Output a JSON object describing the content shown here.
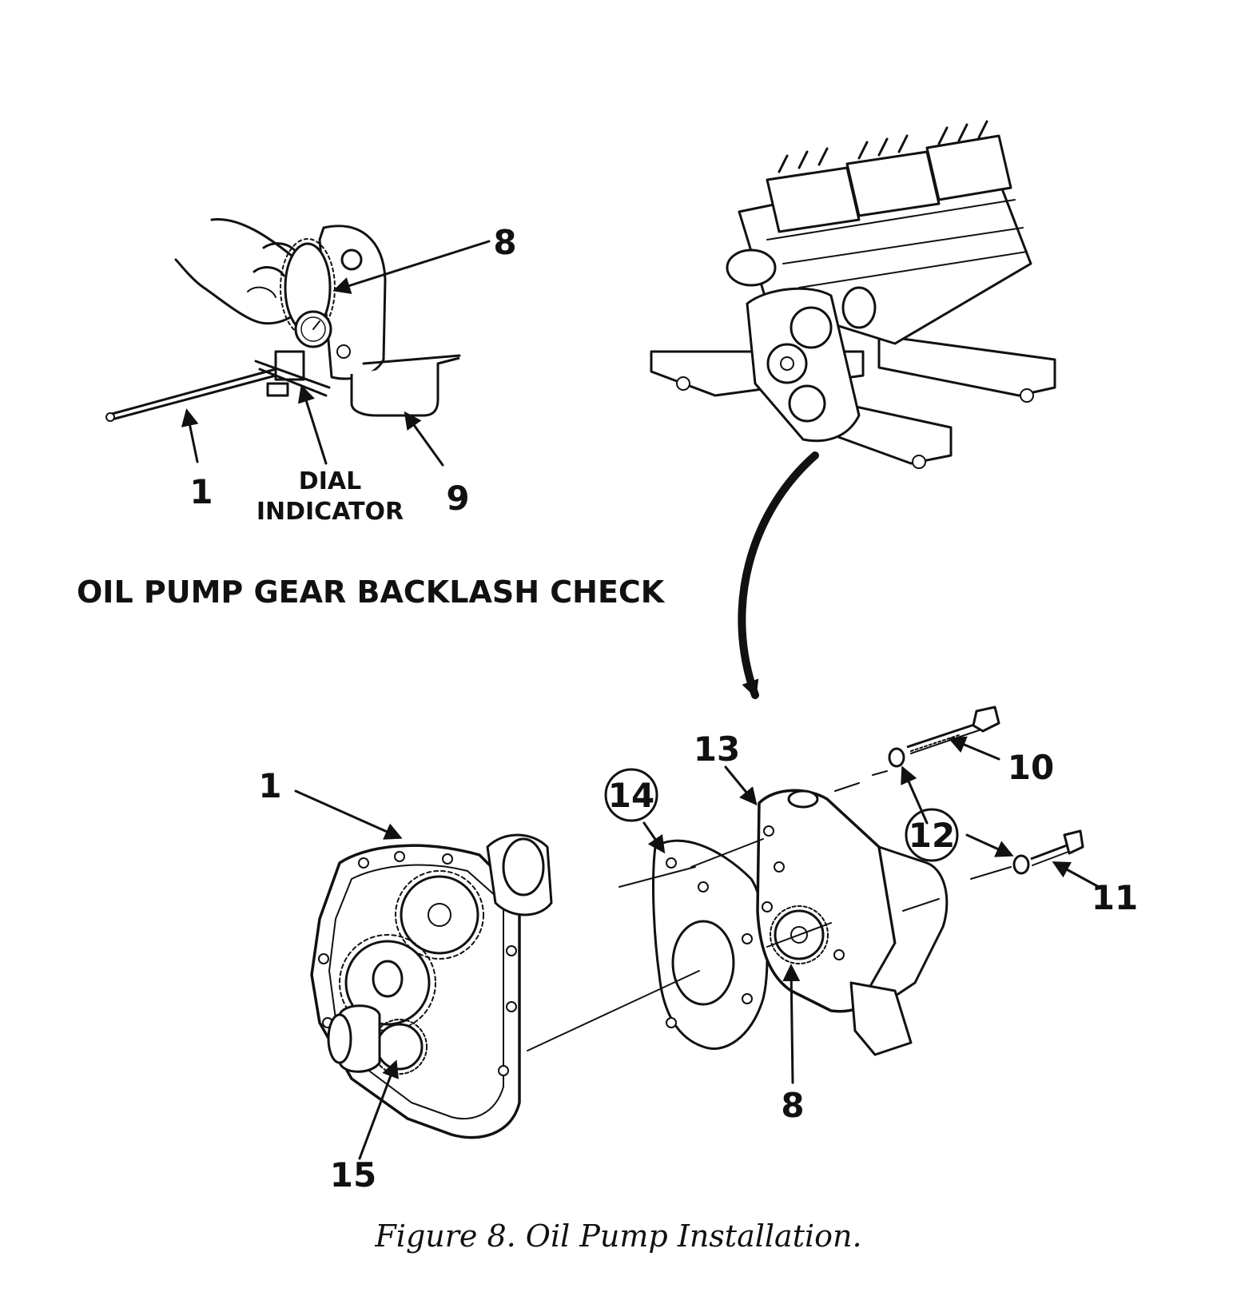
{
  "backlash_check": {
    "title": "OIL PUMP GEAR BACKLASH CHECK",
    "dial_indicator_line1": "DIAL",
    "dial_indicator_line2": "INDICATOR",
    "callouts": {
      "c8": "8",
      "c1": "1",
      "c9": "9"
    }
  },
  "exploded_view": {
    "callouts": {
      "c1": "1",
      "c14": "14",
      "c13": "13",
      "c10": "10",
      "c12": "12",
      "c11": "11",
      "c8": "8",
      "c15": "15"
    }
  },
  "caption": "Figure 8.  Oil Pump Installation."
}
